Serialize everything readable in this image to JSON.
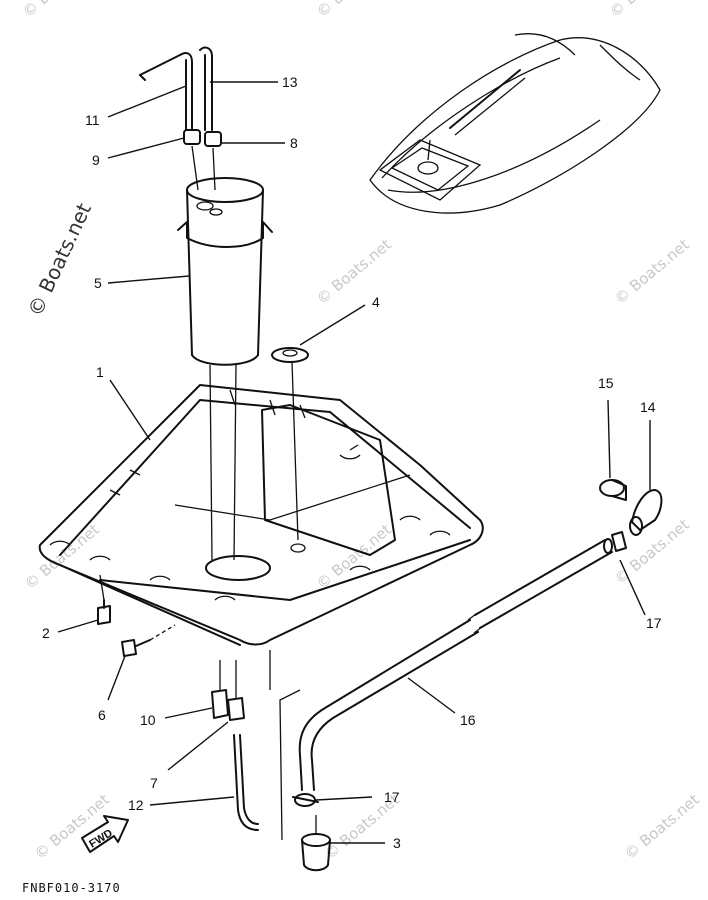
{
  "diagram": {
    "drawing_code": "FNBF010-3170",
    "direction_badge": "FWD",
    "watermark_large": "© Boats.net",
    "watermark_small": "© Boats.net",
    "callouts": {
      "c1": "1",
      "c2": "2",
      "c3": "3",
      "c4": "4",
      "c5": "5",
      "c6": "6",
      "c7": "7",
      "c8": "8",
      "c9": "9",
      "c10": "10",
      "c11": "11",
      "c12": "12",
      "c13": "13",
      "c14": "14",
      "c15": "15",
      "c16": "16",
      "c17a": "17",
      "c17b": "17"
    }
  }
}
